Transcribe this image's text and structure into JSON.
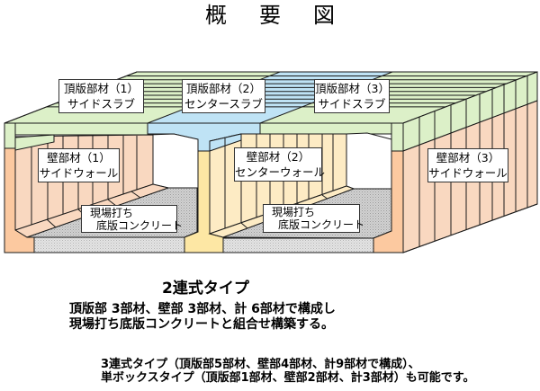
{
  "title": "概要図",
  "labels": {
    "top_slab_1": {
      "line1": "頂版部材（1）",
      "line2": "サイドスラブ"
    },
    "top_slab_2": {
      "line1": "頂版部材（2）",
      "line2": "センタースラブ"
    },
    "top_slab_3": {
      "line1": "頂版部材（3）",
      "line2": "サイドスラブ"
    },
    "wall_1": {
      "line1": "壁部材（1）",
      "line2": "サイドウォール"
    },
    "wall_2": {
      "line1": "壁部材（2）",
      "line2": "センターウォール"
    },
    "wall_3": {
      "line1": "壁部材（3）",
      "line2": "サイドウォール"
    },
    "base_left": {
      "line1": "現場打ち",
      "line2": "底版コンクリート"
    },
    "base_right": {
      "line1": "現場打ち",
      "line2": "底版コンクリート"
    }
  },
  "caption": {
    "type_title": "2連式タイプ",
    "description": [
      "頂版部 3部材、壁部 3部材、計 6部材で構成し",
      "現場打ち底版コンクリートと組合せ構築する。"
    ],
    "notes": [
      "3連式タイプ（頂版部5部材、壁部4部材、計9部材で構成）、",
      "単ボックスタイプ（頂版部1部材、壁部2部材、計3部材）も可能です。"
    ]
  },
  "colors": {
    "side_slab": "#dcf0c8",
    "center_slab": "#bfe3f5",
    "side_wall_front": "#fcc9a0",
    "side_wall_face": "#f9d8c0",
    "center_wall": "#fde7a4",
    "center_wall_face": "#fdebc4",
    "floor_back": "#cfcfcf",
    "floor_front": "#e3e3e3",
    "opening": "#ffffff"
  }
}
